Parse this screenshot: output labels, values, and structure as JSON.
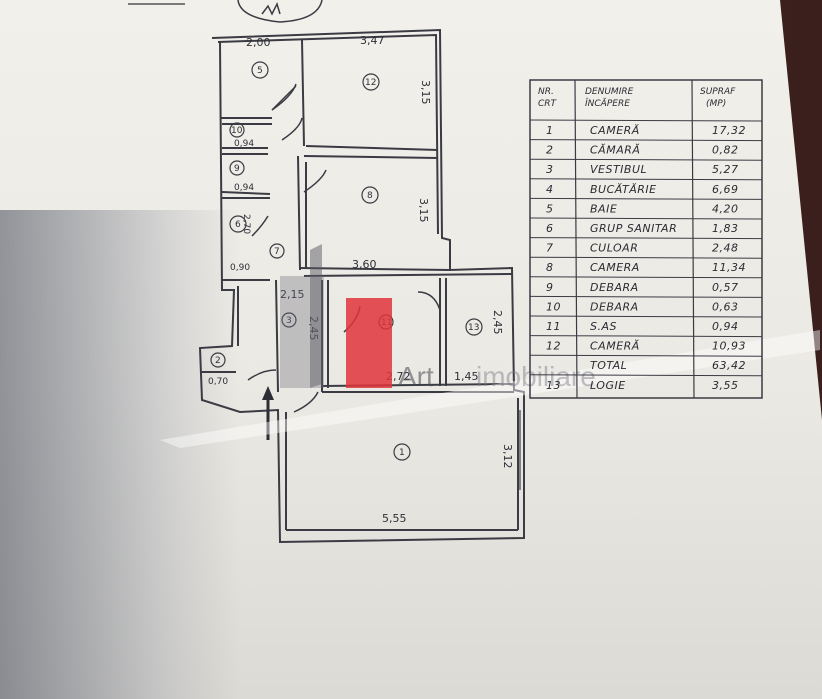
{
  "plan": {
    "dimensions": [
      "2,00",
      "3,47",
      "3,60",
      "3,15",
      "3,15",
      "2,15",
      "2,45",
      "2,72",
      "1,45",
      "2,45",
      "5,55",
      "3,12",
      "0,94",
      "0,94",
      "2,70",
      "0,90",
      "0,70"
    ],
    "rooms": [
      "5",
      "12",
      "10",
      "9",
      "8",
      "6",
      "7",
      "3",
      "11",
      "13",
      "2",
      "1"
    ]
  },
  "table": {
    "headers": [
      "NR.\nCRT",
      "DENUMIRE\nÎNCĂPERE",
      "SUPRAF\n(MP)"
    ],
    "rows": [
      {
        "nr": "1",
        "name": "CAMERĂ",
        "area": "17,32"
      },
      {
        "nr": "2",
        "name": "CĂMARĂ",
        "area": "0,82"
      },
      {
        "nr": "3",
        "name": "VESTIBUL",
        "area": "5,27"
      },
      {
        "nr": "4",
        "name": "BUCĂTĂRIE",
        "area": "6,69"
      },
      {
        "nr": "5",
        "name": "BAIE",
        "area": "4,20"
      },
      {
        "nr": "6",
        "name": "GRUP SANITAR",
        "area": "1,83"
      },
      {
        "nr": "7",
        "name": "CULOAR",
        "area": "2,48"
      },
      {
        "nr": "8",
        "name": "CAMERA",
        "area": "11,34"
      },
      {
        "nr": "9",
        "name": "DEBARA",
        "area": "0,57"
      },
      {
        "nr": "10",
        "name": "DEBARA",
        "area": "0,63"
      },
      {
        "nr": "11",
        "name": "S.AS",
        "area": "0,94"
      },
      {
        "nr": "12",
        "name": "CAMERĂ",
        "area": "10,93"
      },
      {
        "nr": "",
        "name": "TOTAL",
        "area": "63,42"
      },
      {
        "nr": "13",
        "name": "LOGIE",
        "area": "3,55"
      }
    ]
  },
  "watermark": {
    "brand": "Art",
    "suffix": "imobiliare",
    "accent": "#e0343b"
  }
}
